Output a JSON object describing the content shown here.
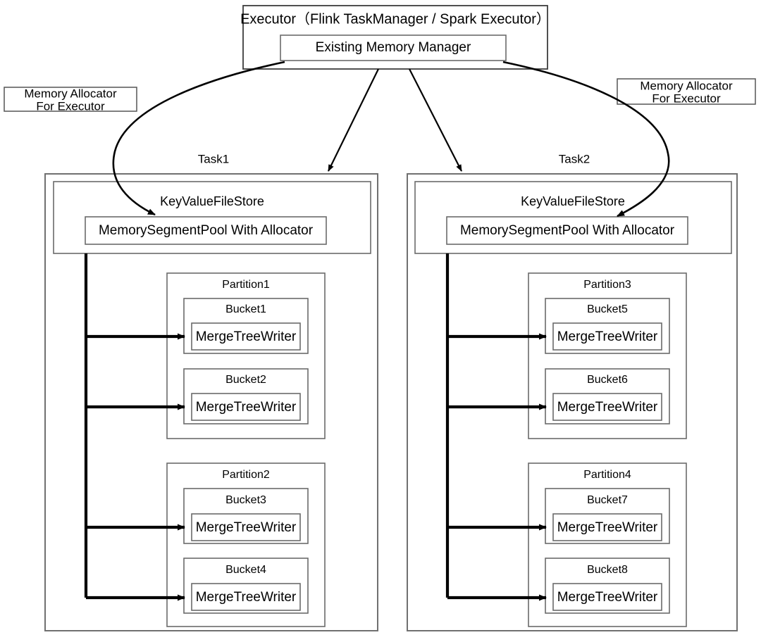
{
  "executor": {
    "title": "Executor（Flink TaskManager / Spark Executor）",
    "memory_manager": "Existing Memory Manager"
  },
  "allocators": [
    {
      "line1": "Memory Allocator",
      "line2": "For Executor"
    },
    {
      "line1": "Memory Allocator",
      "line2": "For Executor"
    }
  ],
  "tasks": [
    {
      "name": "Task1",
      "store": "KeyValueFileStore",
      "pool": "MemorySegmentPool With Allocator",
      "partitions": [
        {
          "name": "Partition1",
          "buckets": [
            {
              "name": "Bucket1",
              "writer": "MergeTreeWriter"
            },
            {
              "name": "Bucket2",
              "writer": "MergeTreeWriter"
            }
          ]
        },
        {
          "name": "Partition2",
          "buckets": [
            {
              "name": "Bucket3",
              "writer": "MergeTreeWriter"
            },
            {
              "name": "Bucket4",
              "writer": "MergeTreeWriter"
            }
          ]
        }
      ]
    },
    {
      "name": "Task2",
      "store": "KeyValueFileStore",
      "pool": "MemorySegmentPool With Allocator",
      "partitions": [
        {
          "name": "Partition3",
          "buckets": [
            {
              "name": "Bucket5",
              "writer": "MergeTreeWriter"
            },
            {
              "name": "Bucket6",
              "writer": "MergeTreeWriter"
            }
          ]
        },
        {
          "name": "Partition4",
          "buckets": [
            {
              "name": "Bucket7",
              "writer": "MergeTreeWriter"
            },
            {
              "name": "Bucket8",
              "writer": "MergeTreeWriter"
            }
          ]
        }
      ]
    }
  ],
  "colors": {
    "background": "#ffffff",
    "stroke": "#000000",
    "box_border": "#6b6b6b",
    "text": "#000000"
  }
}
